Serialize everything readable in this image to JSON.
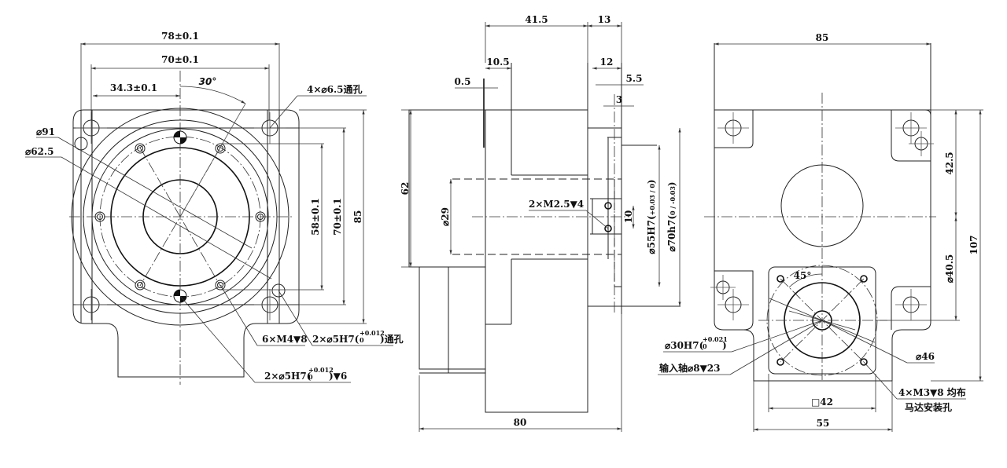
{
  "drawing": {
    "front_view": {
      "dims": {
        "overall_width": "78±0.1",
        "bolt_span": "70±0.1",
        "offset": "34.3±0.1",
        "angle": "30°",
        "diam_outer": "⌀91",
        "diam_pitch": "⌀62.5",
        "height_58": "58±0.1",
        "height_70": "70±0.1",
        "height_85": "85"
      },
      "callouts": {
        "mount_holes": "4×⌀6.5通孔",
        "tapped_holes": "6×M4▼8",
        "pin_through": "2×⌀5H7(",
        "pin_through_tol_up": "+0.012",
        "pin_through_tol_low": "0",
        "pin_through_suffix": ")通孔",
        "pin_blind": "2×⌀5H7(",
        "pin_blind_tol_up": "+0.012",
        "pin_blind_tol_low": "0",
        "pin_blind_suffix": ")▼6"
      }
    },
    "side_view": {
      "dims": {
        "body_len": "41.5",
        "flange": "13",
        "step": "10.5",
        "flange2": "12",
        "gap": "0.5",
        "d55": "5.5",
        "d3": "3",
        "height": "62",
        "bore": "⌀29",
        "slot": "10",
        "pilot_55": "⌀55H7(",
        "pilot_55_tol": "+0.03 / 0",
        "pilot_70": "⌀70h7(",
        "pilot_70_tol": "0 / -0.03",
        "total_len": "80"
      },
      "callouts": {
        "tapped": "2×M2.5▼4"
      }
    },
    "rear_view": {
      "dims": {
        "width": "85",
        "upper": "42.5",
        "lower": "⌀40.5",
        "total_height": "107",
        "square": "□42",
        "base_width": "55",
        "angle": "45°",
        "bolt_circle": "⌀46"
      },
      "callouts": {
        "bore": "⌀30H7(",
        "bore_tol_up": "+0.021",
        "bore_tol_low": "0",
        "bore_suffix": ")",
        "input_shaft": "输入轴⌀8▼23",
        "motor_holes": "4×M3▼8 均布",
        "motor_holes_note": "马达安装孔"
      }
    }
  }
}
